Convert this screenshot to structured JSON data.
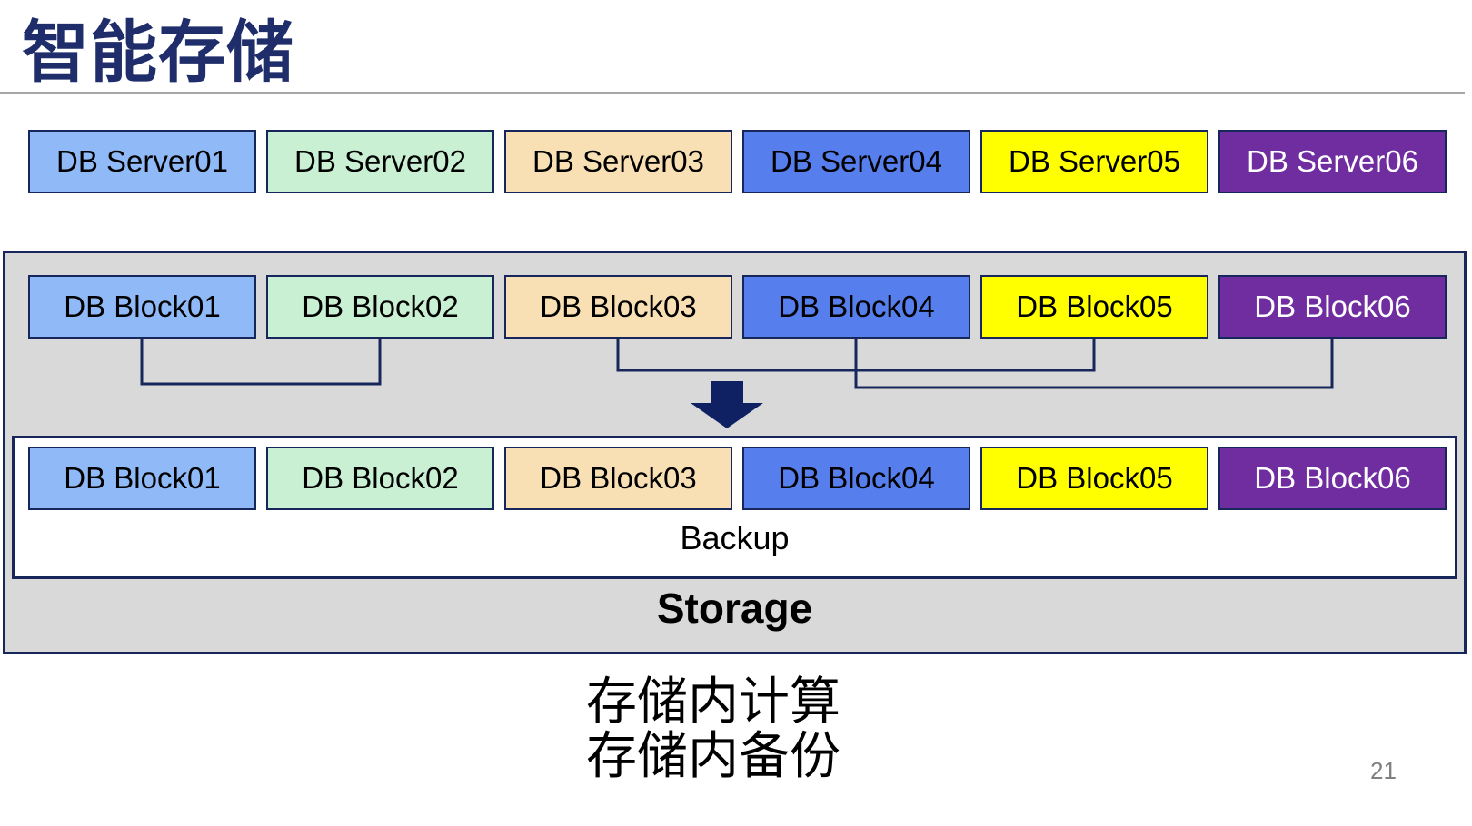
{
  "title": "智能存储",
  "page_number": "21",
  "captions": [
    "存储内计算",
    "存储内备份"
  ],
  "server_row": [
    "DB Server01",
    "DB Server02",
    "DB Server03",
    "DB Server04",
    "DB Server05",
    "DB Server06"
  ],
  "block_row_top": [
    "DB Block01",
    "DB Block02",
    "DB Block03",
    "DB Block04",
    "DB Block05",
    "DB Block06"
  ],
  "block_row_bottom": [
    "DB Block01",
    "DB Block02",
    "DB Block03",
    "DB Block04",
    "DB Block05",
    "DB Block06"
  ],
  "backup_label": "Backup",
  "storage_label": "Storage",
  "palette": [
    {
      "name": "light-blue",
      "fill": "#8FB9F7",
      "text": "#000000"
    },
    {
      "name": "mint-green",
      "fill": "#C9F0D2",
      "text": "#000000"
    },
    {
      "name": "wheat",
      "fill": "#F8E0B4",
      "text": "#000000"
    },
    {
      "name": "royal-blue",
      "fill": "#577EED",
      "text": "#000000"
    },
    {
      "name": "yellow",
      "fill": "#FFFF00",
      "text": "#000000"
    },
    {
      "name": "purple",
      "fill": "#6F2DA0",
      "text": "#FFFFFF"
    }
  ],
  "accent": {
    "border-navy": "#17275C",
    "arrow-navy": "#0F2163",
    "container-gray": "#D9D9D9",
    "title-navy": "#1F2E6B",
    "divider-gray": "#A6A6A6",
    "page-gray": "#808080"
  }
}
